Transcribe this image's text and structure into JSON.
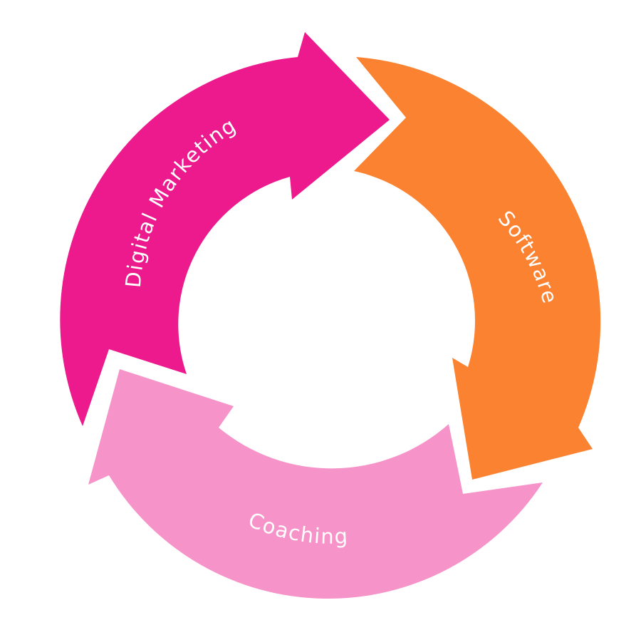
{
  "cycle": {
    "segments": [
      {
        "id": "digital-marketing",
        "label": "Digital Marketing",
        "color": "#EC1A8D"
      },
      {
        "id": "software",
        "label": "Software",
        "color": "#FB8231"
      },
      {
        "id": "coaching",
        "label": "Coaching",
        "color": "#F693C8"
      }
    ],
    "background": "#ffffff"
  }
}
